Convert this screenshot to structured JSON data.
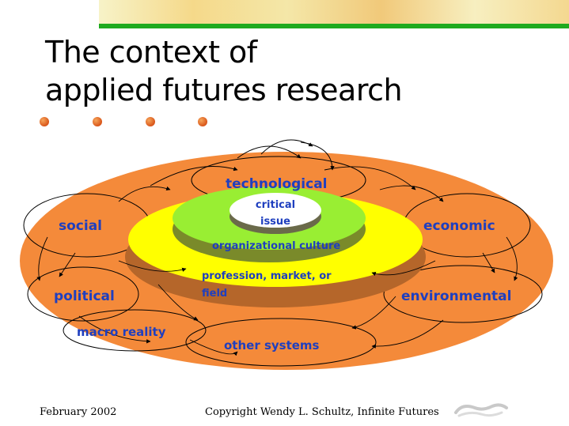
{
  "slide": {
    "title_line1": "The context of",
    "title_line2": "applied futures research"
  },
  "diagram": {
    "outer_labels": {
      "technological": "technological",
      "social": "social",
      "economic": "economic",
      "political": "political",
      "environmental": "environmental",
      "macro_reality": "macro reality",
      "other_systems": "other systems"
    },
    "rings": {
      "critical_line1": "critical",
      "critical_line2": "issue",
      "organizational": "organizational culture",
      "profession_line1": "profession, market, or",
      "profession_line2": "field"
    }
  },
  "footer": {
    "date": "February 2002",
    "copyright": "Copyright Wendy L. Schultz, Infinite Futures"
  },
  "colors": {
    "outer_orange": "#f48a3a",
    "yellow_ring": "#ffff00",
    "green_ring": "#99ee33",
    "brown_base": "#b5662a",
    "label_blue": "#1f3fbf",
    "banner_green": "#1faa1f"
  }
}
